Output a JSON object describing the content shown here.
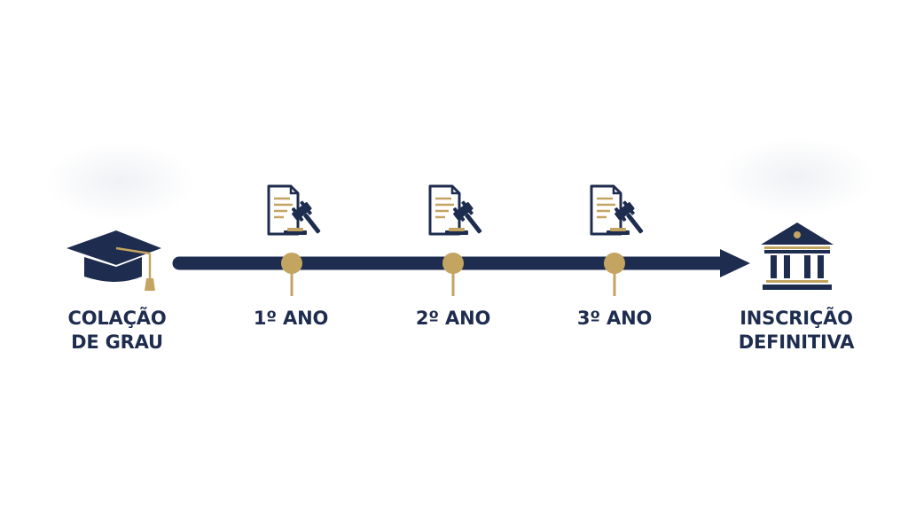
{
  "colors": {
    "navy": "#1e2d4f",
    "gold": "#c3a461",
    "paper": "#ffffff"
  },
  "timeline": {
    "start": {
      "icon": "graduation-cap-icon",
      "label_line1": "COLAÇÃO",
      "label_line2": "DE GRAU"
    },
    "milestones": [
      {
        "icon": "document-gavel-icon",
        "label": "1º ANO"
      },
      {
        "icon": "document-gavel-icon",
        "label": "2º ANO"
      },
      {
        "icon": "document-gavel-icon",
        "label": "3º ANO"
      }
    ],
    "end": {
      "icon": "courthouse-icon",
      "label_line1": "INSCRIÇÃO",
      "label_line2": "DEFINITIVA"
    }
  }
}
